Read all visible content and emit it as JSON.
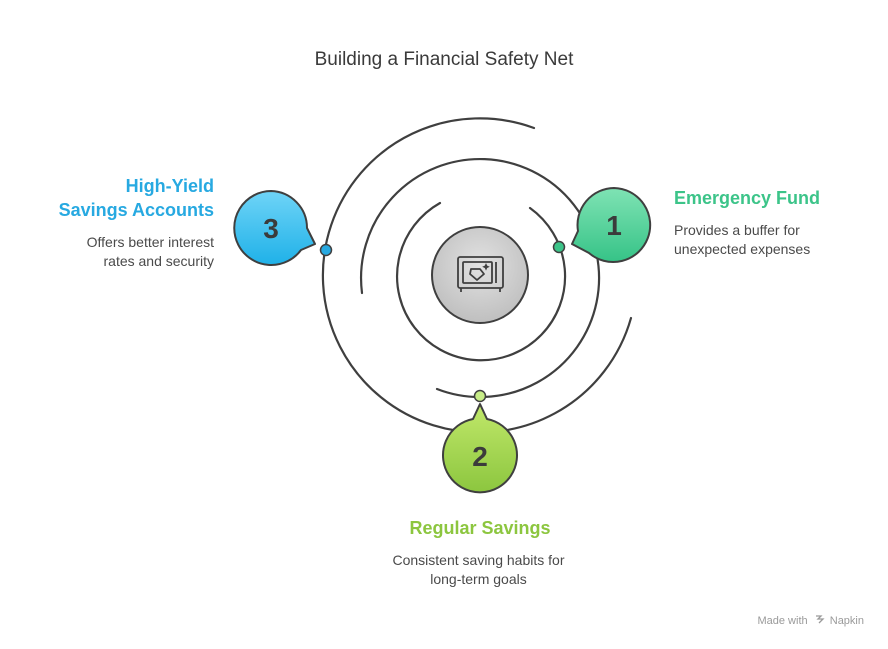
{
  "title": "Building a Financial Safety Net",
  "steps": [
    {
      "number": "1",
      "title": "Emergency Fund",
      "description": "Provides a buffer for\nunexpected expenses",
      "color": "#3cc489"
    },
    {
      "number": "2",
      "title": "Regular Savings",
      "description": "Consistent saving habits for\nlong-term goals",
      "color": "#8cc63f"
    },
    {
      "number": "3",
      "title": "High-Yield\nSavings Accounts",
      "description": "Offers better interest\nrates and security",
      "color": "#27a9e1"
    }
  ],
  "center_icon": "safe-icon",
  "footer": {
    "made_with": "Made with",
    "brand": "Napkin"
  }
}
